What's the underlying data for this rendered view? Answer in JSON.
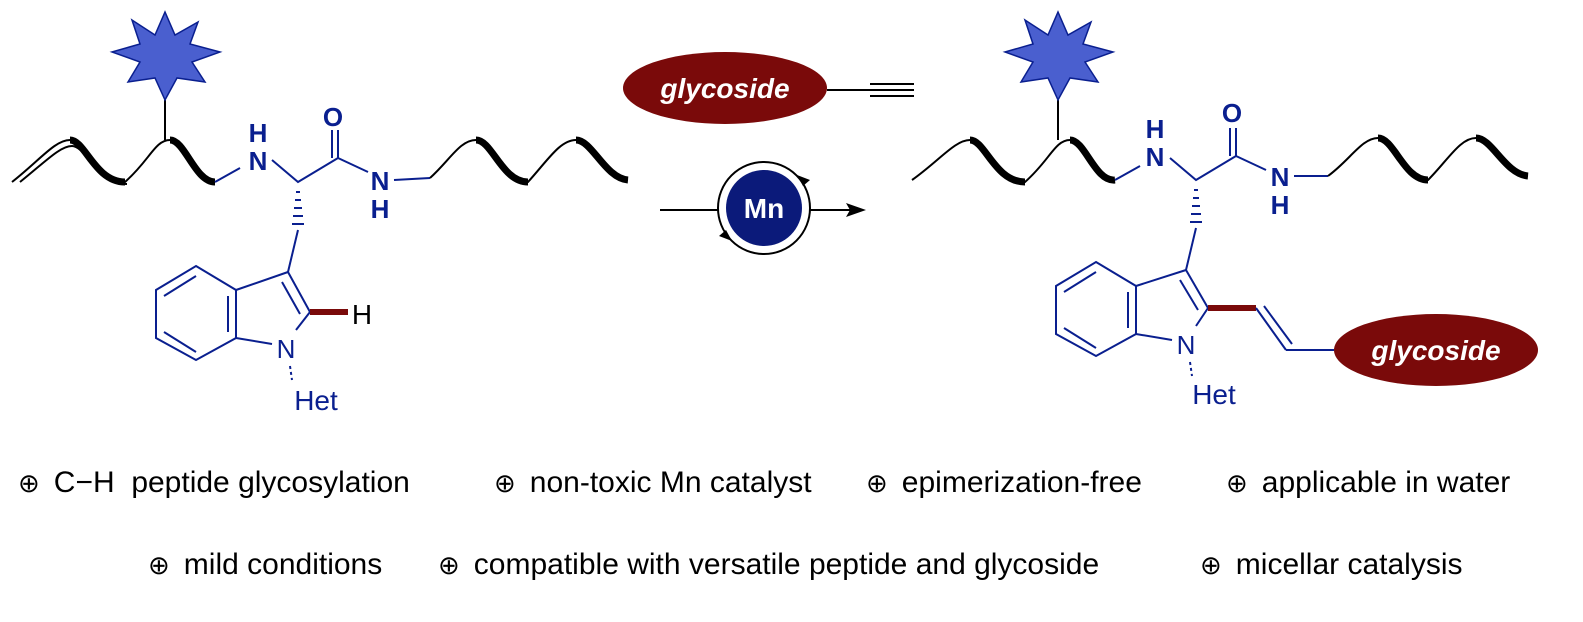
{
  "scheme": {
    "reagent_label": "glycoside",
    "catalyst_label": "Mn",
    "product_label": "glycoside",
    "atoms": {
      "nh_top_left": "H",
      "nh_n_left": "N",
      "o_left": "O",
      "n_amide_left": "N",
      "h_amide_left": "H",
      "h_c2": "H",
      "n_indole_left": "N",
      "het_left": "Het",
      "nh_top_right": "H",
      "nh_n_right": "N",
      "o_right": "O",
      "n_amide_right": "N",
      "h_amide_right": "H",
      "n_indole_right": "N",
      "het_right": "Het"
    },
    "colors": {
      "structure_blue": "#0a1f8f",
      "highlight_red": "#7a0a0a",
      "star_blue": "#4a5fcf",
      "catalyst_navy": "#0b1a7a"
    }
  },
  "features": [
    {
      "symbol": "⊕",
      "text": "C−H  peptide glycosylation"
    },
    {
      "symbol": "⊕",
      "text": "non-toxic Mn catalyst"
    },
    {
      "symbol": "⊕",
      "text": "epimerization-free"
    },
    {
      "symbol": "⊕",
      "text": "applicable in water"
    },
    {
      "symbol": "⊕",
      "text": "mild conditions"
    },
    {
      "symbol": "⊕",
      "text": "compatible with versatile peptide and glycoside"
    },
    {
      "symbol": "⊕",
      "text": "micellar catalysis"
    }
  ]
}
